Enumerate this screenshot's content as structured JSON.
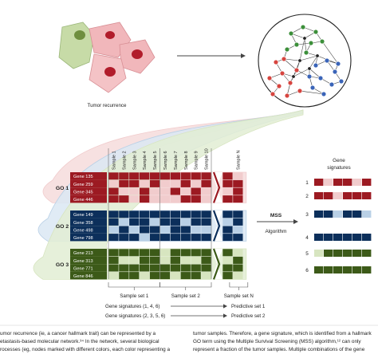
{
  "top": {
    "tumor_label": "Tumor recurrence"
  },
  "matrix": {
    "sample_labels": [
      "Sample 1",
      "Sample 2",
      "Sample 3",
      "Sample 4",
      "Sample 5",
      "Sample 6",
      "Sample 7",
      "Sample 8",
      "Sample 9",
      "Sample 10",
      "Sample N"
    ],
    "groups": [
      {
        "name": "GO 1",
        "dark": "#9c1a22",
        "light": "#f1cccd",
        "genes": [
          "Gene 135",
          "Gene 259",
          "Gene 345",
          "Gene 446"
        ],
        "rows": [
          [
            1,
            1,
            1,
            1,
            1,
            1,
            1,
            1,
            1,
            1,
            1,
            0
          ],
          [
            0,
            1,
            1,
            0,
            1,
            0,
            0,
            1,
            0,
            1,
            1,
            1
          ],
          [
            1,
            0,
            0,
            1,
            0,
            0,
            1,
            0,
            1,
            0,
            0,
            1
          ],
          [
            1,
            1,
            0,
            1,
            0,
            0,
            0,
            1,
            1,
            0,
            1,
            1
          ]
        ]
      },
      {
        "name": "GO 2",
        "dark": "#0c2f5b",
        "light": "#b9d0e6",
        "genes": [
          "Gene 149",
          "Gene 358",
          "Gene 498",
          "Gene 798"
        ],
        "rows": [
          [
            1,
            1,
            1,
            1,
            1,
            1,
            1,
            1,
            1,
            1,
            1,
            1
          ],
          [
            1,
            0,
            1,
            1,
            0,
            1,
            1,
            0,
            1,
            1,
            0,
            1
          ],
          [
            0,
            1,
            0,
            1,
            1,
            0,
            1,
            1,
            0,
            0,
            1,
            0
          ],
          [
            1,
            1,
            1,
            0,
            1,
            1,
            1,
            1,
            1,
            1,
            1,
            1
          ]
        ]
      },
      {
        "name": "GO 3",
        "dark": "#3c5a18",
        "light": "#d7e5c0",
        "genes": [
          "Gene 213",
          "Gene 313",
          "Gene 771",
          "Gene 846"
        ],
        "rows": [
          [
            1,
            1,
            1,
            1,
            1,
            0,
            1,
            1,
            1,
            1,
            1,
            0
          ],
          [
            1,
            0,
            0,
            1,
            1,
            0,
            1,
            0,
            0,
            1,
            0,
            1
          ],
          [
            1,
            1,
            1,
            1,
            1,
            1,
            1,
            1,
            1,
            1,
            1,
            1
          ],
          [
            0,
            1,
            1,
            0,
            1,
            1,
            0,
            1,
            1,
            0,
            1,
            0
          ]
        ]
      }
    ],
    "sample_set_labels": [
      "Sample set 1",
      "Sample set 2",
      "Sample set N"
    ]
  },
  "mss": {
    "title": "MSS",
    "subtitle": "Algorithm"
  },
  "signatures": {
    "title_line1": "Gene",
    "title_line2": "signatures",
    "rows": [
      {
        "num": "1",
        "color": "#9c1a22",
        "light": "#f1cccd",
        "cells": [
          1,
          0,
          1,
          1,
          0,
          1
        ]
      },
      {
        "num": "2",
        "color": "#9c1a22",
        "light": "#f1cccd",
        "cells": [
          1,
          1,
          0,
          1,
          1,
          1
        ]
      },
      {
        "num": "3",
        "color": "#0c2f5b",
        "light": "#b9d0e6",
        "cells": [
          1,
          1,
          0,
          1,
          1,
          0
        ]
      },
      {
        "num": "4",
        "color": "#0c2f5b",
        "light": "#b9d0e6",
        "cells": [
          1,
          1,
          1,
          1,
          1,
          1
        ]
      },
      {
        "num": "5",
        "color": "#3c5a18",
        "light": "#d7e5c0",
        "cells": [
          0,
          1,
          1,
          1,
          1,
          1
        ]
      },
      {
        "num": "6",
        "color": "#3c5a18",
        "light": "#d7e5c0",
        "cells": [
          1,
          1,
          1,
          1,
          1,
          1
        ]
      }
    ]
  },
  "predictive": [
    {
      "label": "Gene signatures (1, 4, 6)",
      "result": "Predictive set 1"
    },
    {
      "label": "Gene signatures (2, 3, 5, 6)",
      "result": "Predictive set 2"
    }
  ],
  "caption": {
    "left": [
      "umor recurrence (ie, a cancer hallmark trait) can be represented by a",
      "etastasis-based molecular network.³⁴ In the network, several biological",
      "rocesses (eg, nodes marked with different colors, each color representing a"
    ],
    "right": [
      "tumor samples. Therefore, a gene signature, which is identified from a hallmark",
      "GO term using the Multiple Survival Screening (MSS) algorithm,¹² can only",
      "represent a fraction of the tumor samples. Multiple combinations of the gene"
    ]
  },
  "colors": {
    "red": "#9c1a22",
    "red_light": "#f1cccd",
    "red_band": "#f6dcdc",
    "blue": "#0c2f5b",
    "blue_light": "#b9d0e6",
    "blue_band": "#dbe8f3",
    "green": "#3c5a18",
    "green_light": "#d7e5c0",
    "green_band": "#e2edd3"
  }
}
